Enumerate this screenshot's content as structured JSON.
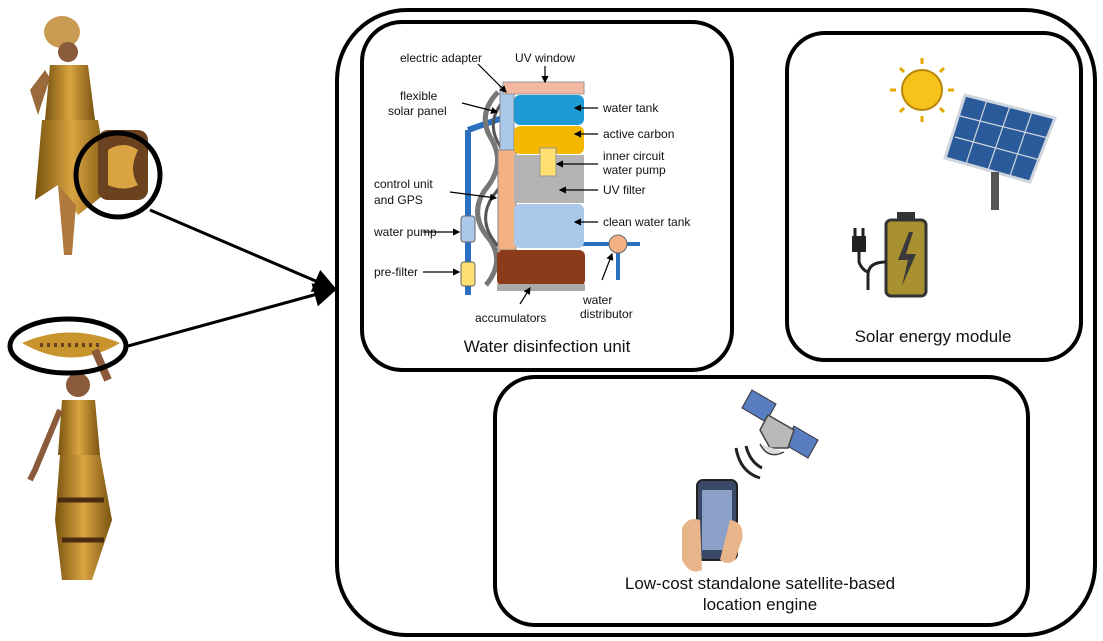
{
  "panels": {
    "water_unit": {
      "title": "Water disinfection unit",
      "labels": {
        "electric_adapter": "electric adapter",
        "uv_window": "UV window",
        "flexible_line1": "flexible",
        "flexible_line2": "solar panel",
        "water_tank": "water tank",
        "active_carbon": "active carbon",
        "inner_circuit_line1": "inner circuit",
        "inner_circuit_line2": "water pump",
        "control_line1": "control unit",
        "control_line2": "and GPS",
        "uv_filter": "UV filter",
        "water_pump": "water pump",
        "clean_water_tank": "clean water tank",
        "pre_filter": "pre-filter",
        "water_dist_line1": "water",
        "water_dist_line2": "distributor",
        "accumulators": "accumulators"
      }
    },
    "solar_module": {
      "title": "Solar energy module"
    },
    "location_engine": {
      "title_line1": "Low-cost standalone satellite-based",
      "title_line2": "location engine"
    }
  },
  "icons": [
    "woman-with-backpack-icon",
    "woman-with-basket-icon",
    "sun-icon",
    "solar-panel-icon",
    "battery-plug-icon",
    "satellite-icon",
    "smartphone-in-hand-icon"
  ],
  "colors": {
    "outline": "#000000",
    "water_pipe": "#2b6fbf",
    "uv_window": "#f2b8a0",
    "water_tank": "#1e9bd7",
    "active_carbon": "#f5b800",
    "uv_filter": "#b3b3b3",
    "clean_water_tank": "#a9c8ea",
    "control_unit": "#f4b183",
    "accumulators": "#8b3a1a",
    "pump_yellow": "#ffe070",
    "gold": "#b8860b"
  }
}
